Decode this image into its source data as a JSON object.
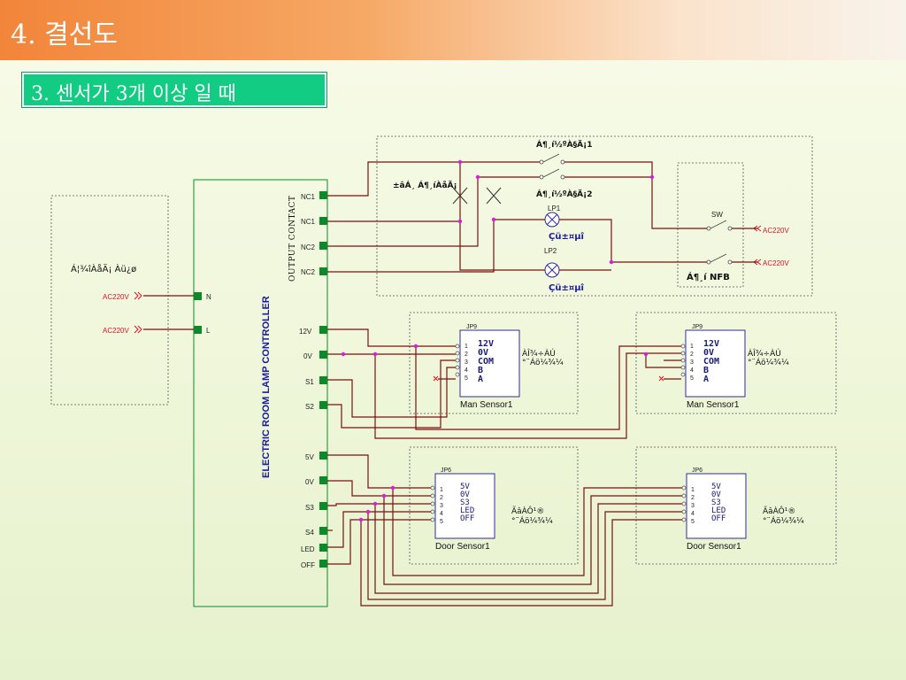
{
  "header": {
    "title": "4. 결선도"
  },
  "subheader": {
    "title": "3. 센서가 3개 이상 일 때"
  },
  "colors": {
    "header_accent": "#f2853a",
    "subheader_bg": "#12cc83",
    "wire": "#7a1010",
    "node": "#d61fd6",
    "terminal": "#0c8a2a"
  },
  "diagram": {
    "controller": {
      "title": "ELECTRIC ROOM LAMP CONTROLLER",
      "output_contact": "OUTPUT CONTACT",
      "output_terminals": [
        "NC1",
        "NC1",
        "NC2",
        "NC2"
      ],
      "power_terminals": [
        "N",
        "L"
      ],
      "man_terminals": [
        "12V",
        "0V",
        "S1",
        "S2"
      ],
      "door_terminals": [
        "5V",
        "0V",
        "S3",
        "S4",
        "LED",
        "OFF"
      ]
    },
    "power_panel": {
      "label": "Á¦¾îÀåÄ¡ Àü¿ø",
      "ac_labels": [
        "AC220V",
        "AC220V"
      ]
    },
    "lamp_panel": {
      "switch1": "Á¶¸í½ºÀ§Ä¡1",
      "switch2": "Á¶¸í½ºÀ§Ä¡2",
      "relay_label": "±âÁ¸ Á¶¸íÀåÄ¡",
      "lp1": "LP1",
      "lp2": "LP2",
      "lamp1": "Çü±¤µî",
      "lamp2": "Çü±¤µî",
      "sw": "SW",
      "ac_right": [
        "AC220V",
        "AC220V"
      ],
      "nfb": "Á¶¸í NFB"
    },
    "man_sensors": [
      {
        "connector": "JP9",
        "pins": [
          "1",
          "2",
          "3",
          "4",
          "5"
        ],
        "lines": [
          "12V",
          "0V",
          "COM",
          "B",
          "A"
        ],
        "side": "ÀÎ¾÷ÀÚ",
        "side2": "°¨Áö¼¾¼­",
        "name": "Man Sensor1"
      },
      {
        "connector": "JP9",
        "pins": [
          "1",
          "2",
          "3",
          "4",
          "5"
        ],
        "lines": [
          "12V",
          "0V",
          "COM",
          "B",
          "A"
        ],
        "side": "ÀÎ¾÷ÀÚ",
        "side2": "°¨Áö¼¾¼­",
        "name": "Man Sensor1"
      }
    ],
    "door_sensors": [
      {
        "connector": "JP6",
        "pins": [
          "1",
          "2",
          "3",
          "4",
          "5"
        ],
        "lines": [
          "5V",
          "0V",
          "S3",
          "LED",
          "OFF"
        ],
        "side": "ÃâÀÔ¹®",
        "side2": "°¨Áö¼¾¼­",
        "name": "Door Sensor1"
      },
      {
        "connector": "JP6",
        "pins": [
          "1",
          "2",
          "3",
          "4",
          "5"
        ],
        "lines": [
          "5V",
          "0V",
          "S3",
          "LED",
          "OFF"
        ],
        "side": "ÃâÀÔ¹®",
        "side2": "°¨Áö¼¾¼­",
        "name": "Door Sensor1"
      }
    ]
  }
}
